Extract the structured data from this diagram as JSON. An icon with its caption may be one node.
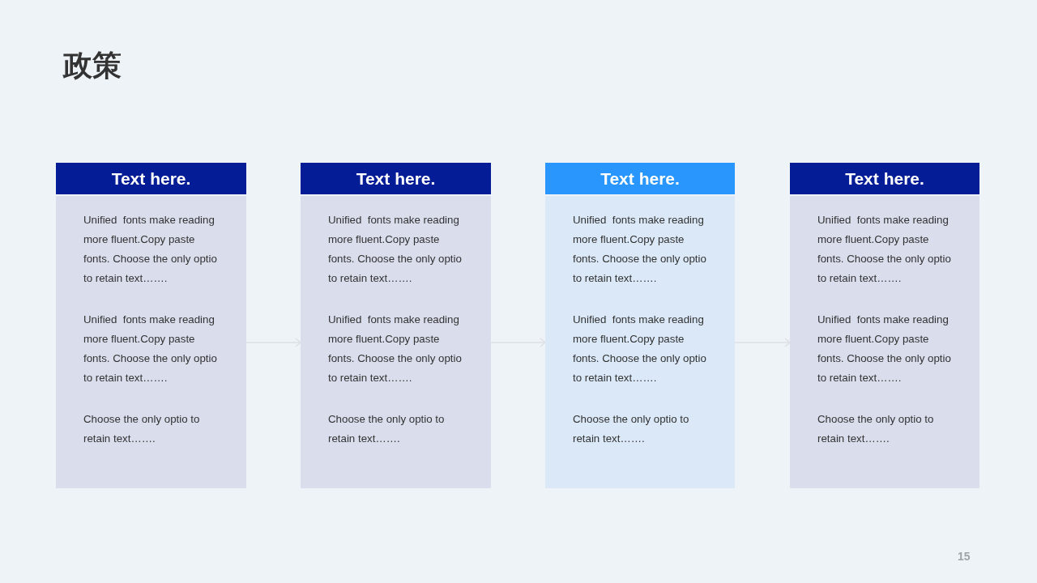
{
  "diagram": {
    "title": "政策",
    "nodes": [
      {
        "text": [
          "Text here.",
          "Unified  fonts make reading more fluent.Copy paste fonts. Choose the only optio to retain text…….",
          "Unified  fonts make reading more fluent.Copy paste fonts. Choose the only optio to retain text…….",
          "Choose the only optio to retain text……."
        ]
      },
      {
        "text": [
          "Text here.",
          "Unified  fonts make reading more fluent.Copy paste fonts. Choose the only optio to retain text…….",
          "Unified  fonts make reading more fluent.Copy paste fonts. Choose the only optio to retain text…….",
          "Choose the only optio to retain text……."
        ]
      },
      {
        "text": [
          "Text here.",
          "Unified  fonts make reading more fluent.Copy paste fonts. Choose the only optio to retain text…….",
          "Unified  fonts make reading more fluent.Copy paste fonts. Choose the only optio to retain text…….",
          "Choose the only optio to retain text……."
        ]
      },
      {
        "text": [
          "Text here.",
          "Unified  fonts make reading more fluent.Copy paste fonts. Choose the only optio to retain text…….",
          "Unified  fonts make reading more fluent.Copy paste fonts. Choose the only optio to retain text…….",
          "Choose the only optio to retain text……."
        ]
      }
    ],
    "edges": [
      {
        "from": 0,
        "to": 1,
        "arrow": "to"
      },
      {
        "from": 1,
        "to": 2,
        "arrow": "to"
      },
      {
        "from": 2,
        "to": 3,
        "arrow": "to"
      }
    ],
    "labels": [
      "15"
    ]
  }
}
